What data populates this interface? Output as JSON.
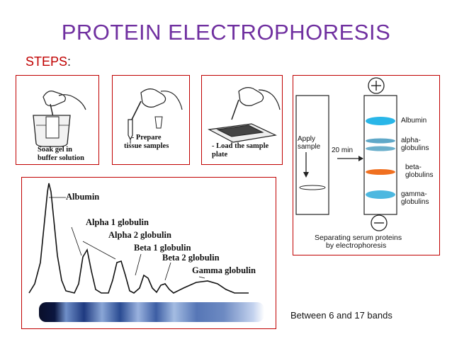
{
  "slide": {
    "title": "PROTEIN ELECTROPHORESIS",
    "steps_label": "STEPS",
    "steps_colon": ":"
  },
  "step_panels": [
    {
      "caption_line1": "Soak gel in",
      "caption_line2": "buffer solution"
    },
    {
      "caption_line1": "- Prepare",
      "caption_line2": "tissue samples"
    },
    {
      "caption_line1": "- Load the sample",
      "caption_line2": "plate"
    }
  ],
  "densitometry": {
    "peaks": [
      "Albumin",
      "Alpha 1 globulin",
      "Alpha 2 globulin",
      "Beta 1 globulin",
      "Beta 2 globulin",
      "Gamma globulin"
    ]
  },
  "separation_diagram": {
    "plus_sign": "+",
    "minus_sign": "−",
    "apply_line1": "Apply",
    "apply_line2": "sample",
    "time": "20 min",
    "bands": [
      {
        "line1": "Albumin",
        "line2": "",
        "color": "#29b6e8"
      },
      {
        "line1": "alpha-",
        "line2": "globulins",
        "color": "#5fa8c8"
      },
      {
        "line1": "beta-",
        "line2": "globulins",
        "color": "#f07020"
      },
      {
        "line1": "gamma-",
        "line2": "globulins",
        "color": "#4db8e0"
      }
    ],
    "caption_line1": "Separating serum proteins",
    "caption_line2": "by electrophoresis"
  },
  "bands_note": "Between 6 and 17 bands",
  "colors": {
    "title": "#7030a0",
    "steps": "#c00000",
    "panel_border": "#c00000"
  }
}
